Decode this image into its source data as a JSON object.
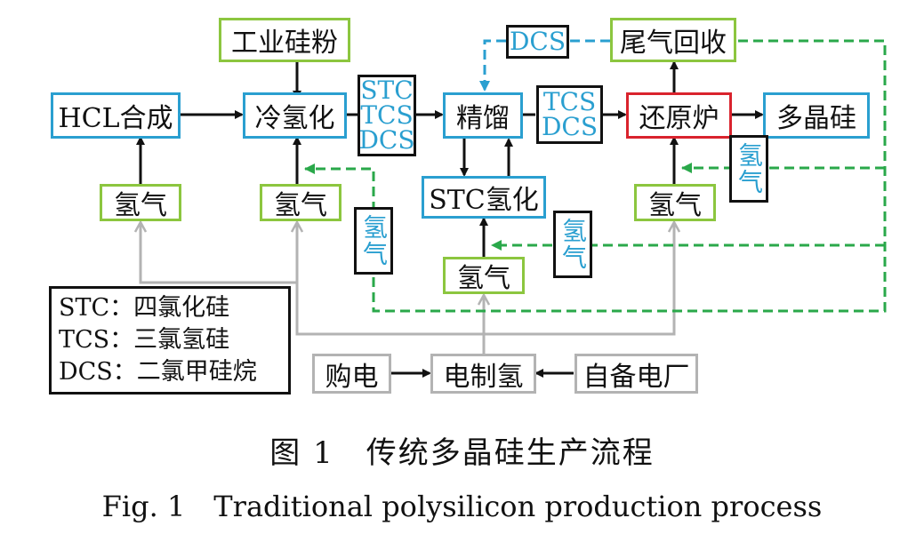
{
  "boxes": {
    "hcl": "HCL合成",
    "industrial_si_powder": "工业硅粉",
    "cold_hydrogenation": "冷氢化",
    "rectification": "精馏",
    "stc_hydrogenation": "STC氢化",
    "reduction_furnace": "还原炉",
    "polysilicon": "多晶硅",
    "tail_gas_recovery": "尾气回收",
    "h2_hcl": "氢气",
    "h2_cold": "氢气",
    "h2_stc": "氢气",
    "h2_furnace": "氢气",
    "buy_power": "购电",
    "electrolytic_h2": "电制氢",
    "own_power_plant": "自备电厂"
  },
  "labels": {
    "stc_tcs_dcs": [
      "STC",
      "TCS",
      "DCS"
    ],
    "tcs_dcs": [
      "TCS",
      "DCS"
    ],
    "dcs": "DCS",
    "h2_recycle_1": "氢气",
    "h2_recycle_2": "氢气",
    "h2_recycle_3": "氢气"
  },
  "legend": [
    "STC：四氯化硅",
    "TCS：三氯氢硅",
    "DCS：二氯甲硅烷"
  ],
  "caption": {
    "chinese": "图 1　传统多晶硅生产流程",
    "english": "Fig. 1　Traditional polysilicon production process"
  },
  "colors": {
    "process_box": "#2a9fd0",
    "hydrogen_box": "#8cc63f",
    "reduction_box": "#d9232d",
    "power_box": "#b3b3b3",
    "recycle_line": "#2aa84a",
    "dcs_line": "#2a9fd0"
  }
}
